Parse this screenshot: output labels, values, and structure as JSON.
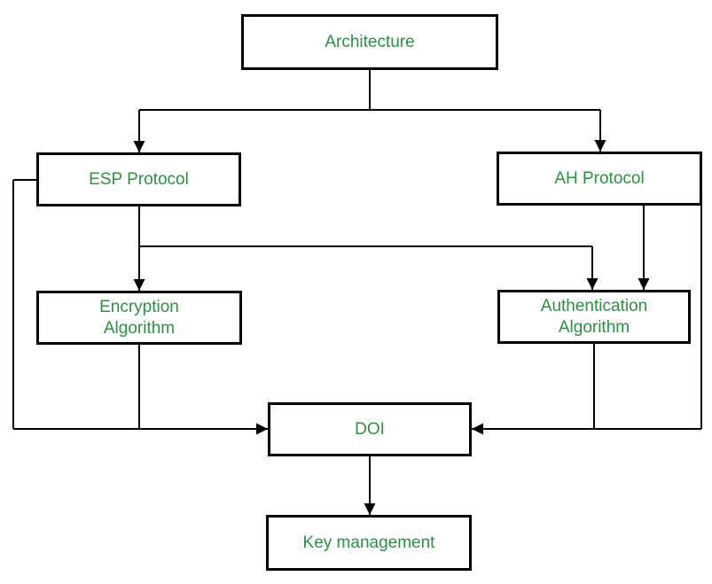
{
  "colors": {
    "node_text": "#2f8d46",
    "node_border": "#000000",
    "connector": "#000000",
    "background": "#ffffff"
  },
  "nodes": {
    "architecture": {
      "label": "Architecture"
    },
    "esp_protocol": {
      "label": "ESP Protocol"
    },
    "ah_protocol": {
      "label": "AH Protocol"
    },
    "encryption_algorithm": {
      "label": "Encryption\nAlgorithm"
    },
    "authentication_algorithm": {
      "label": "Authentication\nAlgorithm"
    },
    "doi": {
      "label": "DOI"
    },
    "key_management": {
      "label": "Key management"
    }
  }
}
